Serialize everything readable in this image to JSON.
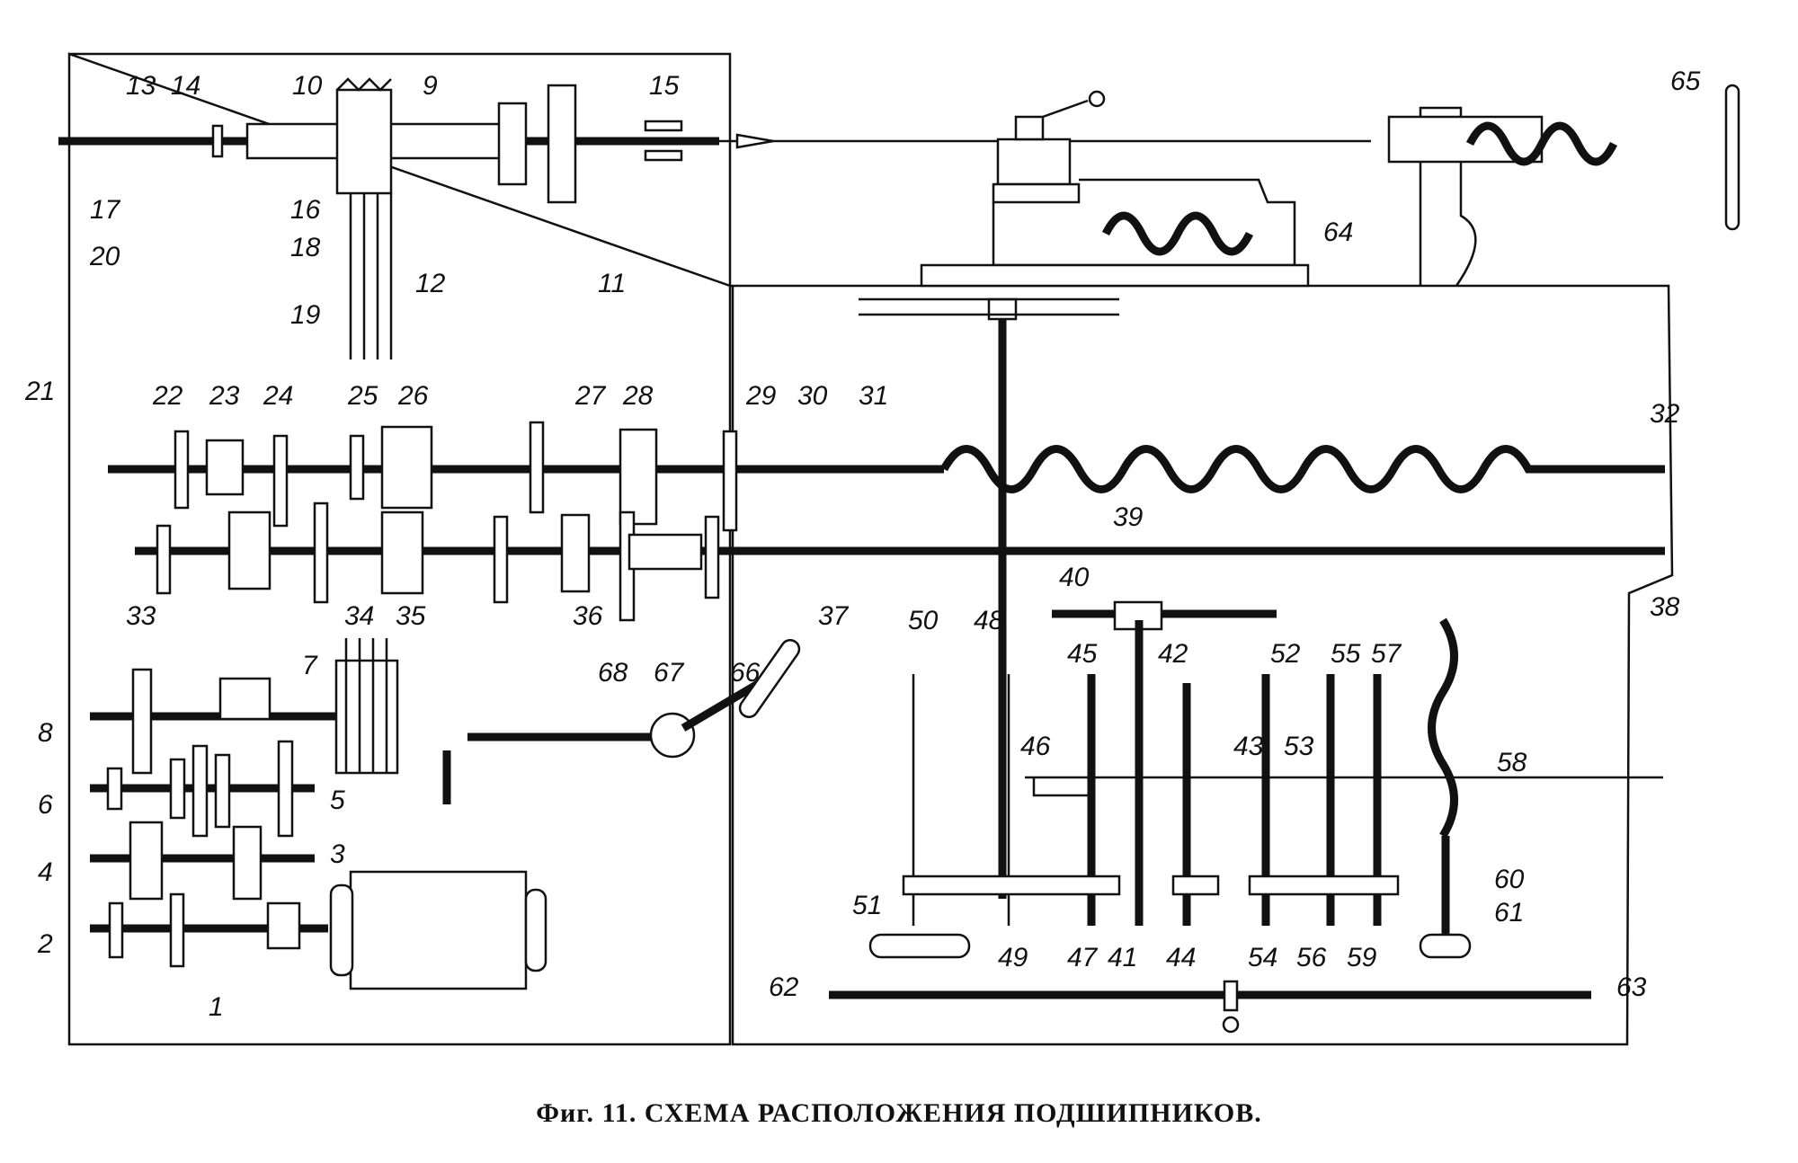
{
  "figure": {
    "caption": "Фиг. 11. СХЕМА РАСПОЛОЖЕНИЯ ПОДШИПНИКОВ.",
    "subject": "lathe bearing arrangement scheme",
    "bearing_labels": [
      "1",
      "2",
      "3",
      "4",
      "5",
      "6",
      "7",
      "8",
      "9",
      "10",
      "11",
      "12",
      "13",
      "14",
      "15",
      "16",
      "17",
      "18",
      "19",
      "20",
      "21",
      "22",
      "23",
      "24",
      "25",
      "26",
      "27",
      "28",
      "29",
      "30",
      "31",
      "32",
      "33",
      "34",
      "35",
      "36",
      "37",
      "38",
      "39",
      "40",
      "41",
      "42",
      "43",
      "44",
      "45",
      "46",
      "47",
      "48",
      "49",
      "50",
      "51",
      "52",
      "53",
      "54",
      "55",
      "56",
      "57",
      "58",
      "59",
      "60",
      "61",
      "62",
      "63",
      "64",
      "65",
      "66",
      "67",
      "68"
    ]
  }
}
